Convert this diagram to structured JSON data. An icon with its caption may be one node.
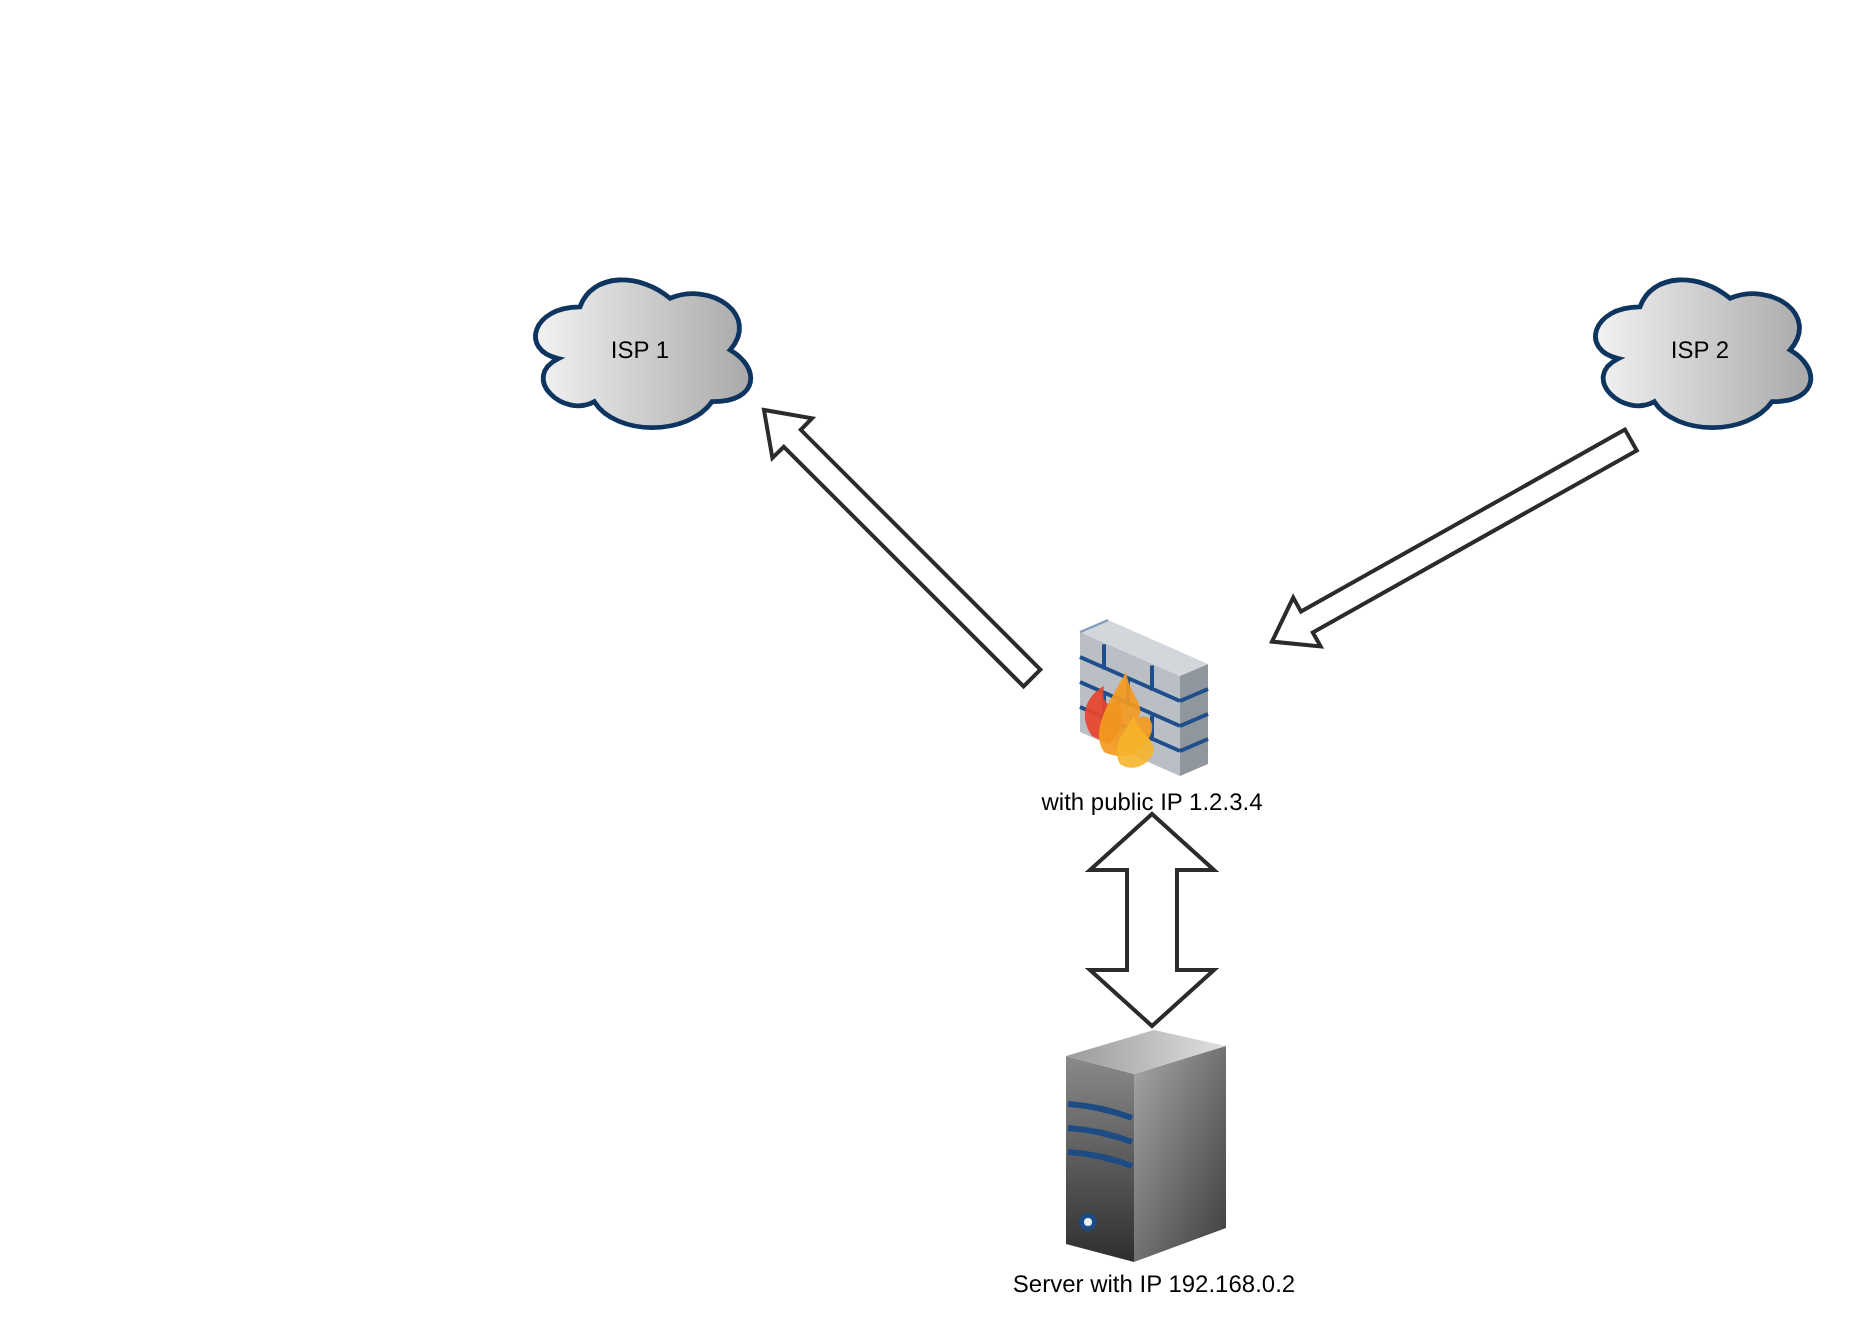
{
  "diagram": {
    "nodes": [
      {
        "text": [
          "ISP 1"
        ]
      },
      {
        "text": [
          "ISP 2"
        ]
      },
      {
        "text": [
          "with public IP 1.2.3.4"
        ]
      },
      {
        "text": [
          "Server with IP 192.168.0.2"
        ]
      }
    ],
    "edges": [
      {
        "from": 2,
        "to": 0,
        "arrow": "to"
      },
      {
        "from": 1,
        "to": 2,
        "arrow": "to"
      },
      {
        "from": 2,
        "to": 3,
        "arrow": "both"
      }
    ]
  }
}
